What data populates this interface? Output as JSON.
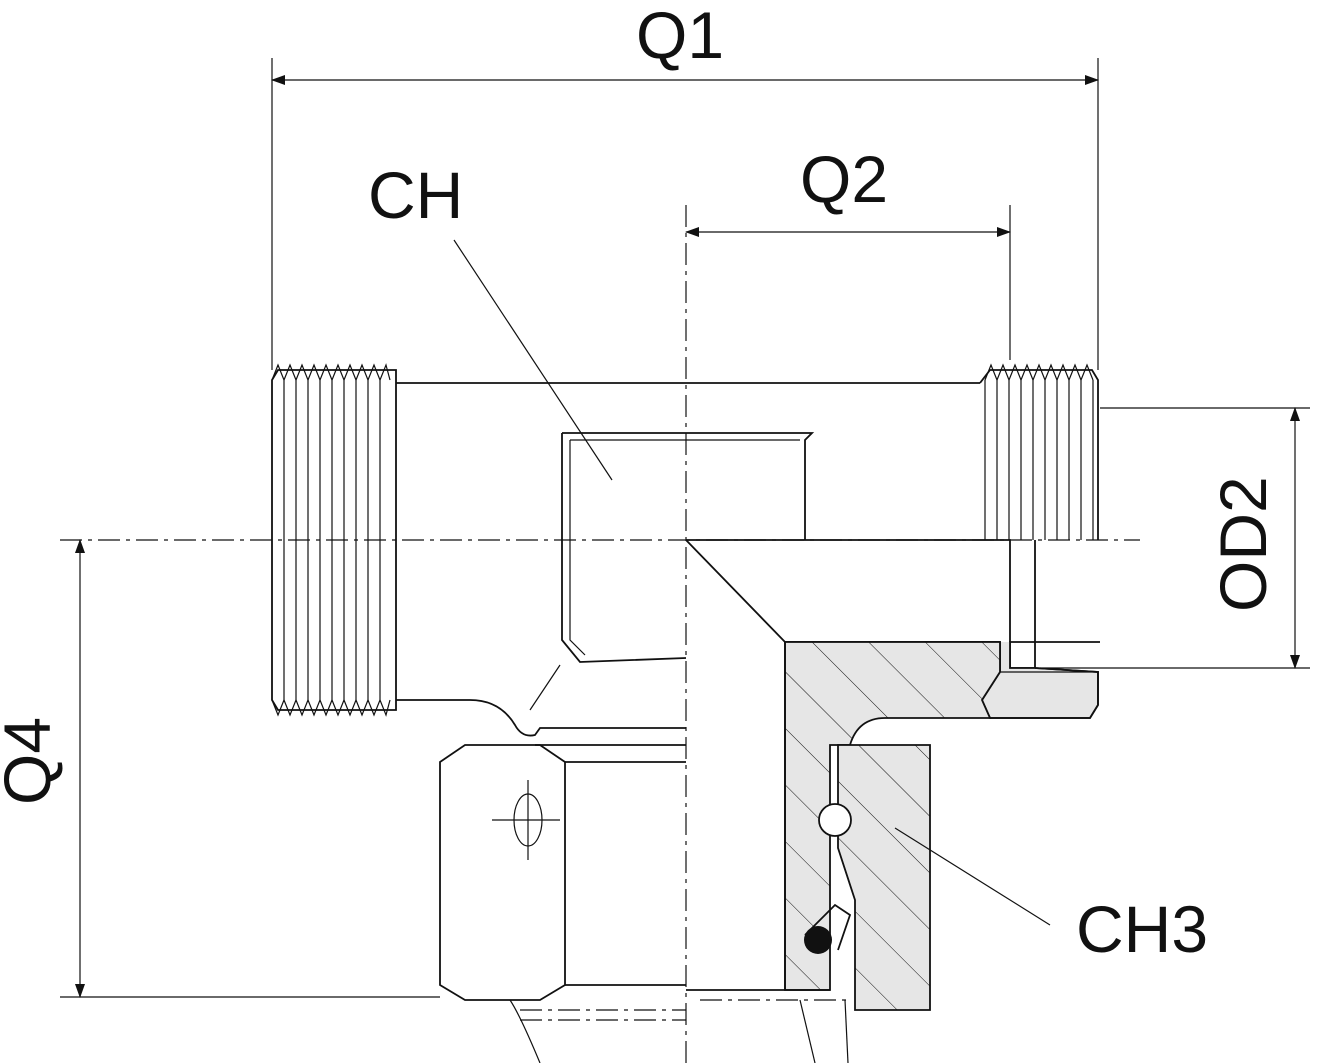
{
  "drawing": {
    "labels": {
      "q1": "Q1",
      "q2": "Q2",
      "ch": "CH",
      "od2": "OD2",
      "q4": "Q4",
      "ch3": "CH3"
    }
  }
}
